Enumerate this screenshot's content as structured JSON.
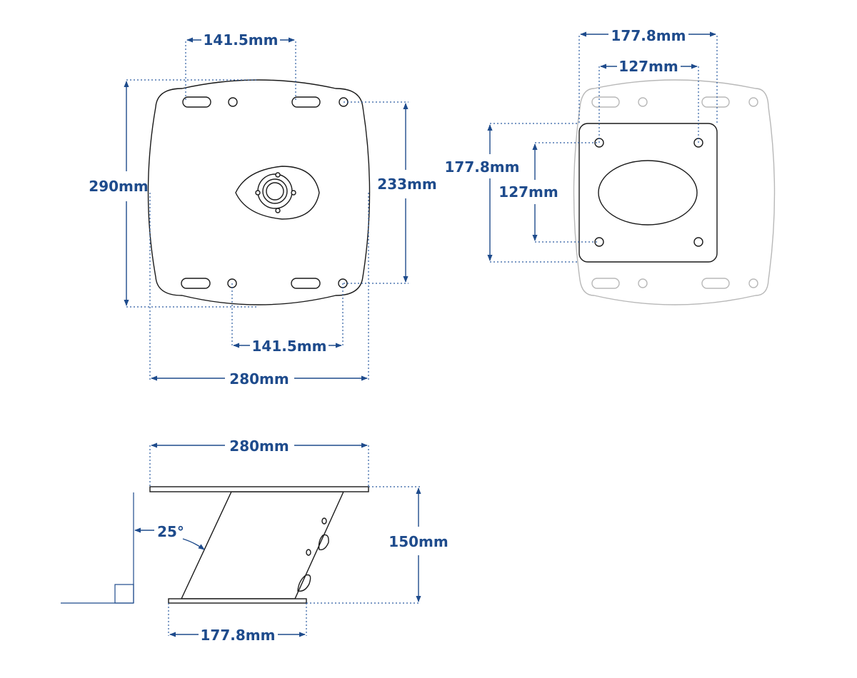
{
  "top_view": {
    "top_hole_spacing": "141.5mm",
    "bottom_hole_spacing": "141.5mm",
    "overall_height": "290mm",
    "hole_row_spacing": "233mm",
    "overall_width": "280mm"
  },
  "adapter_view": {
    "outer_width": "177.8mm",
    "inner_width": "127mm",
    "outer_height": "177.8mm",
    "inner_height": "127mm"
  },
  "side_view": {
    "top_width": "280mm",
    "angle": "25°",
    "height": "150mm",
    "base_width": "177.8mm"
  },
  "colors": {
    "dimension": "#1e4b8c",
    "outline": "#1a1a1a",
    "ghost_outline": "#b8b8b8"
  }
}
